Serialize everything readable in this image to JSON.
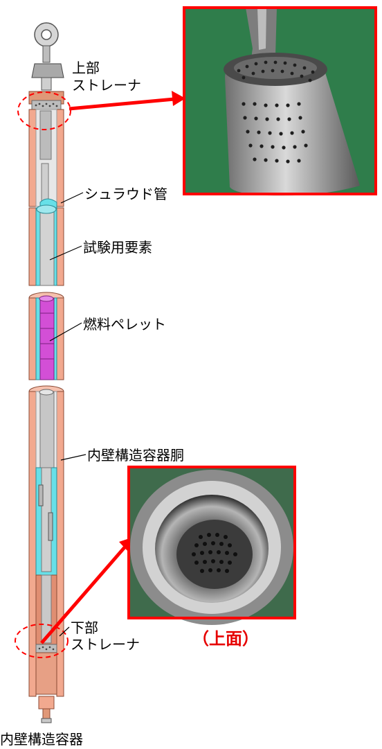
{
  "labels": {
    "upper_strainer_line1": "上部",
    "upper_strainer_line2": "ストレーナ",
    "shroud_tube": "シュラウド管",
    "test_element": "試験用要素",
    "fuel_pellet": "燃料ペレット",
    "inner_wall_body": "内壁構造容器胴",
    "lower_strainer_line1": "下部",
    "lower_strainer_line2": "ストレーナ",
    "top_view": "（上面）",
    "caption": "内壁構造容器"
  },
  "colors": {
    "copper": "#f2a98f",
    "copper_dark": "#c96f52",
    "cyan": "#67e0e8",
    "magenta": "#d34fd6",
    "gray_metal": "#c8c8c8",
    "callout_red": "#ff0000",
    "photo_green": "#2f7d4b"
  }
}
